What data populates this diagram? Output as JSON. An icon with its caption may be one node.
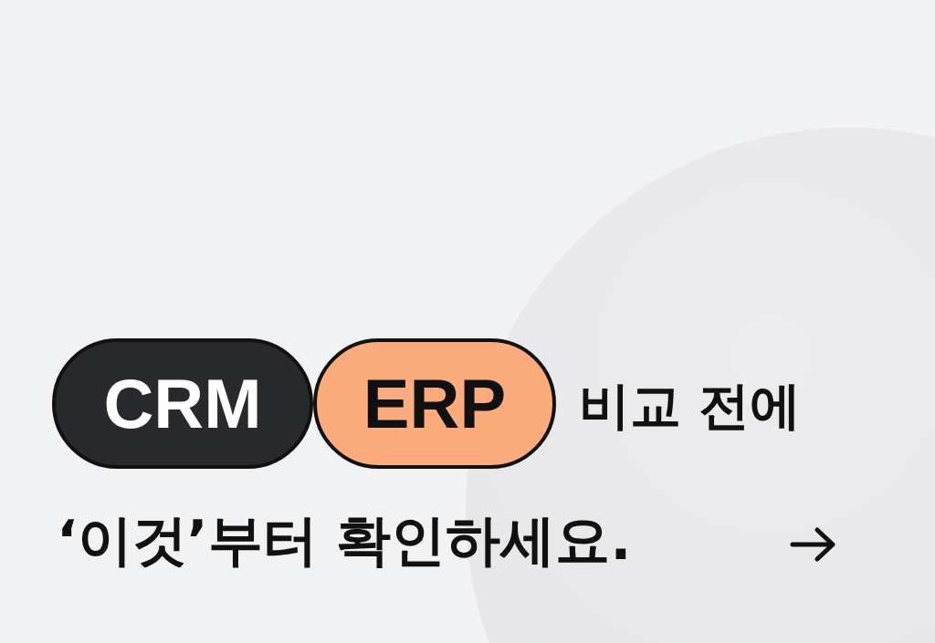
{
  "diagram": {
    "nodes": [
      {
        "text": [
          "CRM"
        ]
      },
      {
        "text": [
          "ERP"
        ]
      }
    ],
    "labels": [
      "비교 전에",
      "‘이것’부터 확인하세요."
    ]
  }
}
